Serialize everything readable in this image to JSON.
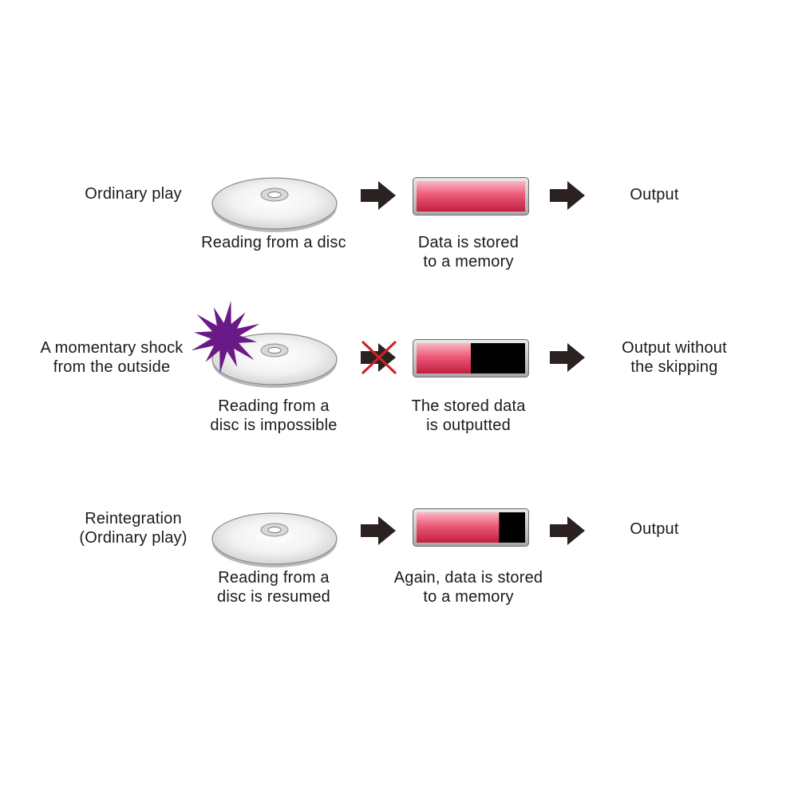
{
  "rows": [
    {
      "label": "Ordinary play",
      "disc_caption": "Reading from a disc",
      "memory_caption": "Data is stored\nto a memory",
      "output": "Output",
      "memory_fill": 1.0,
      "read_blocked": false,
      "shock": false
    },
    {
      "label": "A momentary shock\nfrom the outside",
      "disc_caption": "Reading from a\ndisc is impossible",
      "memory_caption": "The stored data\nis outputted",
      "output": "Output without\nthe skipping",
      "memory_fill": 0.5,
      "read_blocked": true,
      "shock": true
    },
    {
      "label": "Reintegration\n(Ordinary play)",
      "disc_caption": "Reading from a\ndisc is resumed",
      "memory_caption": "Again, data is stored\nto a memory",
      "output": "Output",
      "memory_fill": 0.76,
      "read_blocked": false,
      "shock": false
    }
  ],
  "icons": {
    "disc": "disc-icon",
    "arrow": "arrow-right-icon",
    "memory": "memory-buffer-icon",
    "shock": "shock-burst-icon",
    "blocked": "red-x-icon"
  },
  "colors": {
    "arrow": "#2a2220",
    "memory_fill": "#e0304f",
    "memory_empty": "#000000",
    "shock": "#6a1a86",
    "blocked_x": "#d0202a"
  }
}
